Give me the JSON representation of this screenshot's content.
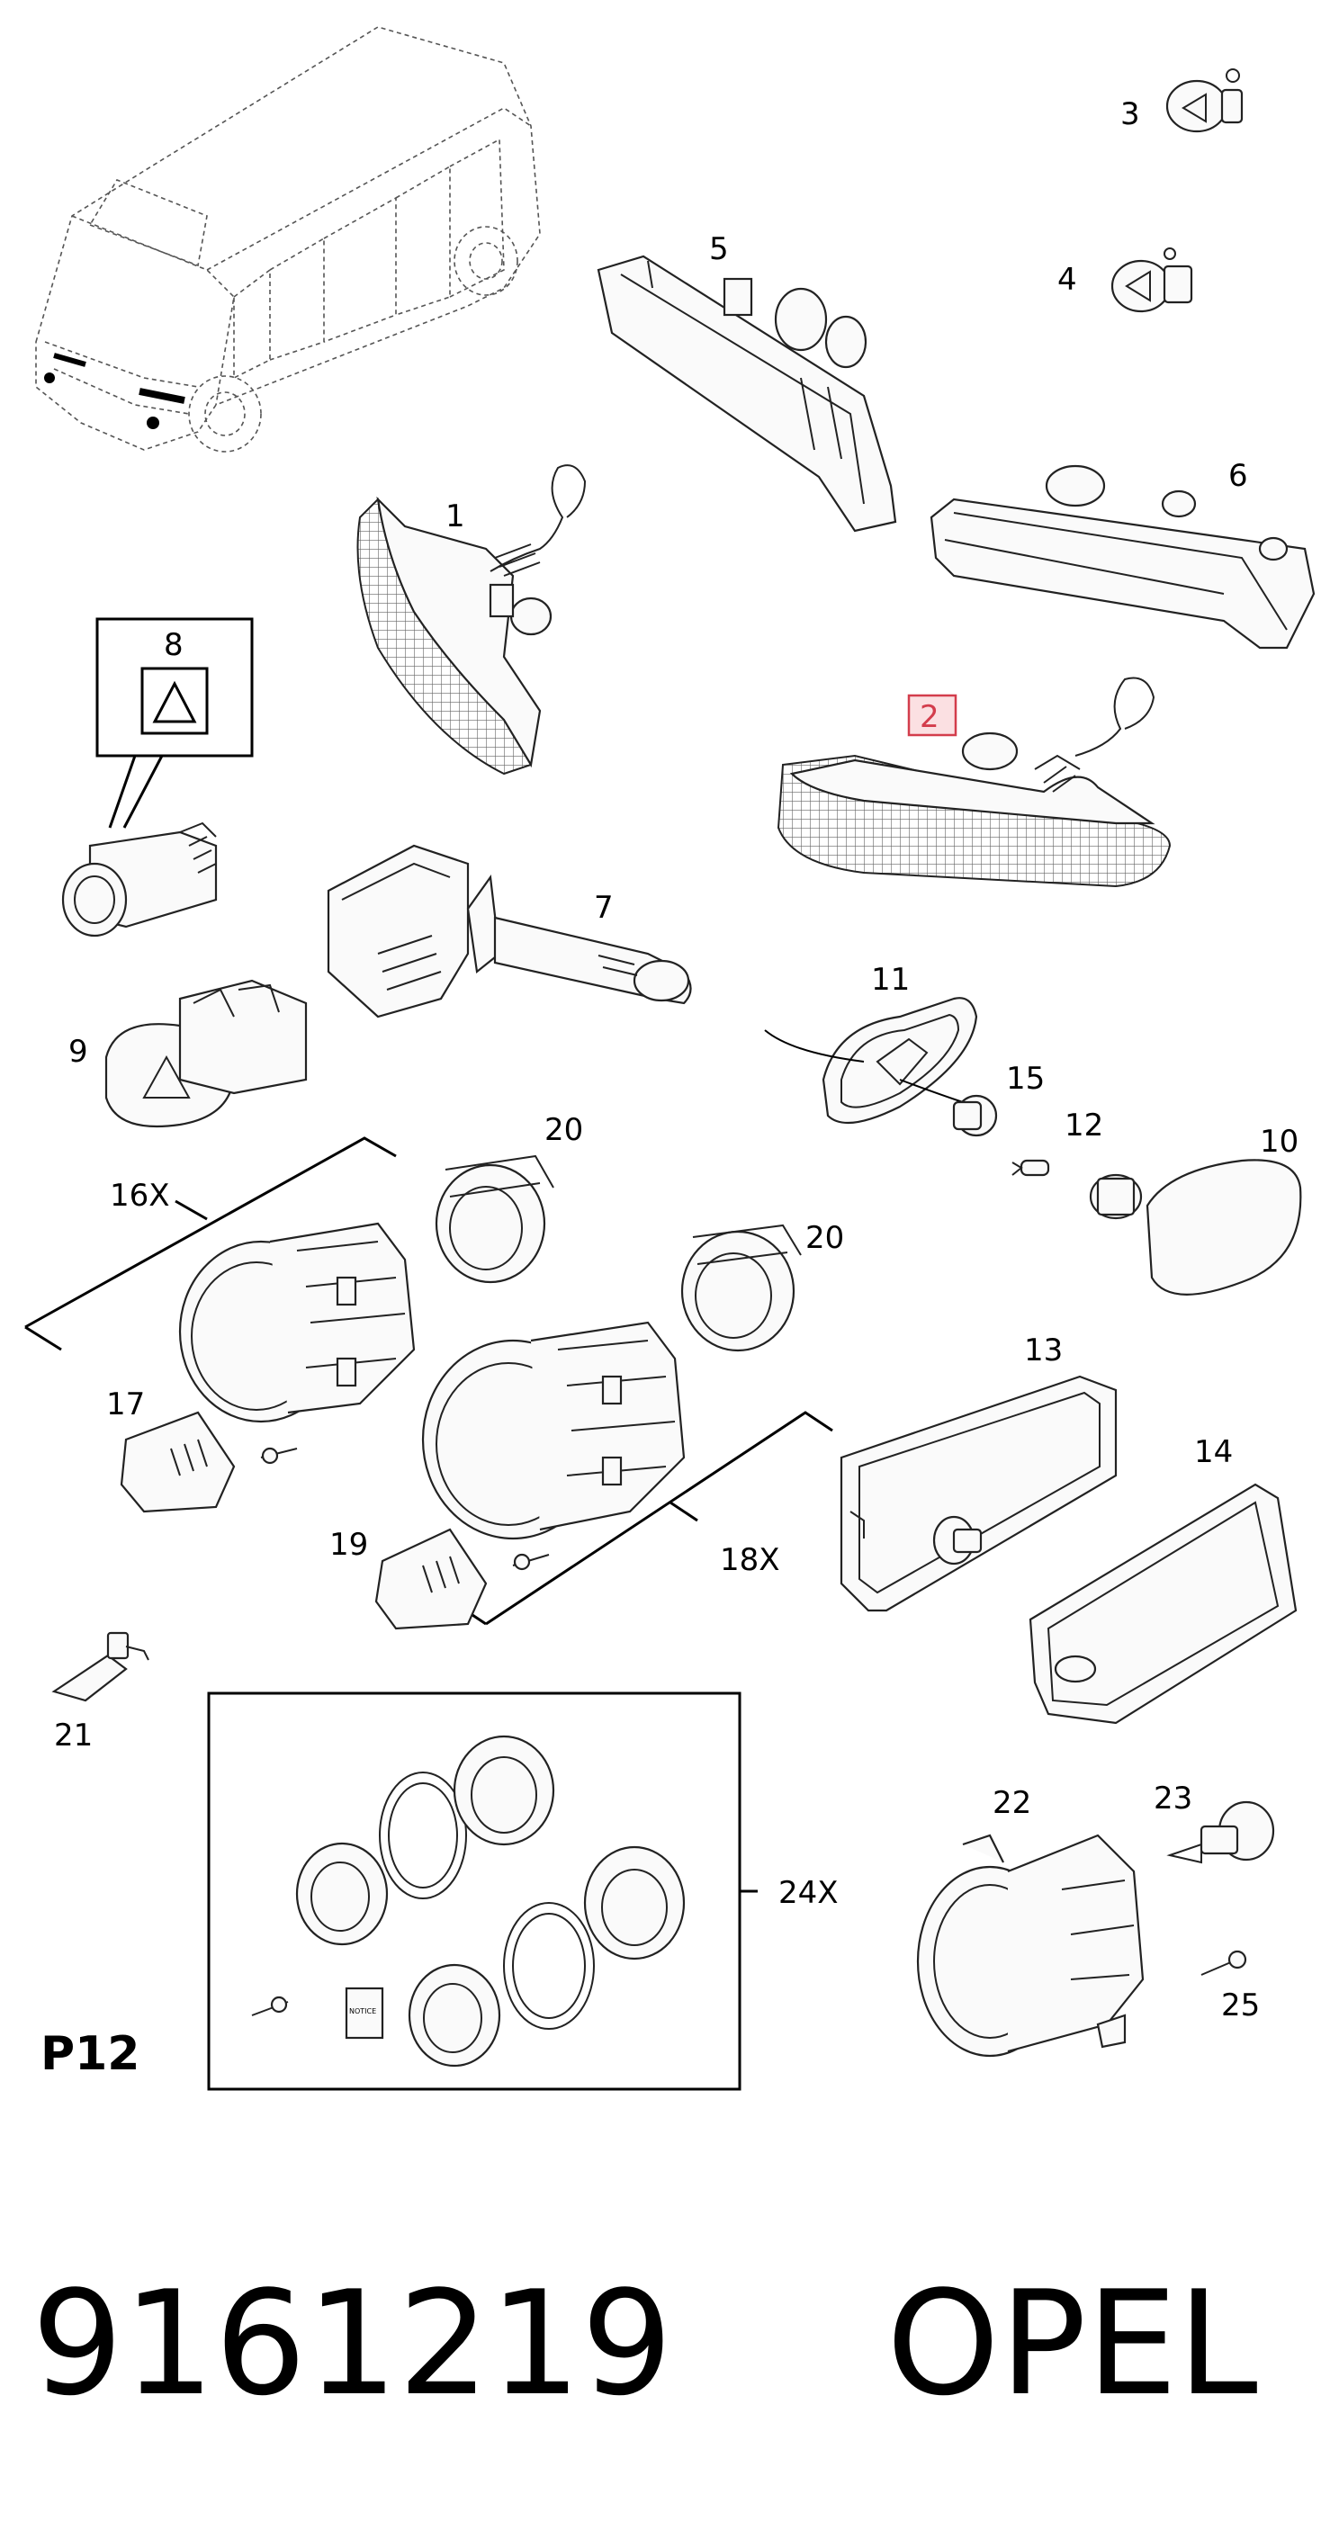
{
  "diagram": {
    "labels": {
      "p1": "1",
      "p2": "2",
      "p3": "3",
      "p4": "4",
      "p5": "5",
      "p6": "6",
      "p7": "7",
      "p8": "8",
      "p9": "9",
      "p10": "10",
      "p11": "11",
      "p12": "12",
      "p13": "13",
      "p14": "14",
      "p15": "15",
      "p16": "16X",
      "p17": "17",
      "p18": "18X",
      "p19": "19",
      "p20a": "20",
      "p20b": "20",
      "p21": "21",
      "p22": "22",
      "p23": "23",
      "p24": "24X",
      "p25": "25"
    },
    "highlighted_part": "2",
    "notice_text": "NOTICE",
    "page_tag": "P12",
    "part_number": "9161219",
    "brand": "OPEL",
    "highlight_color": "#d33d4c"
  }
}
